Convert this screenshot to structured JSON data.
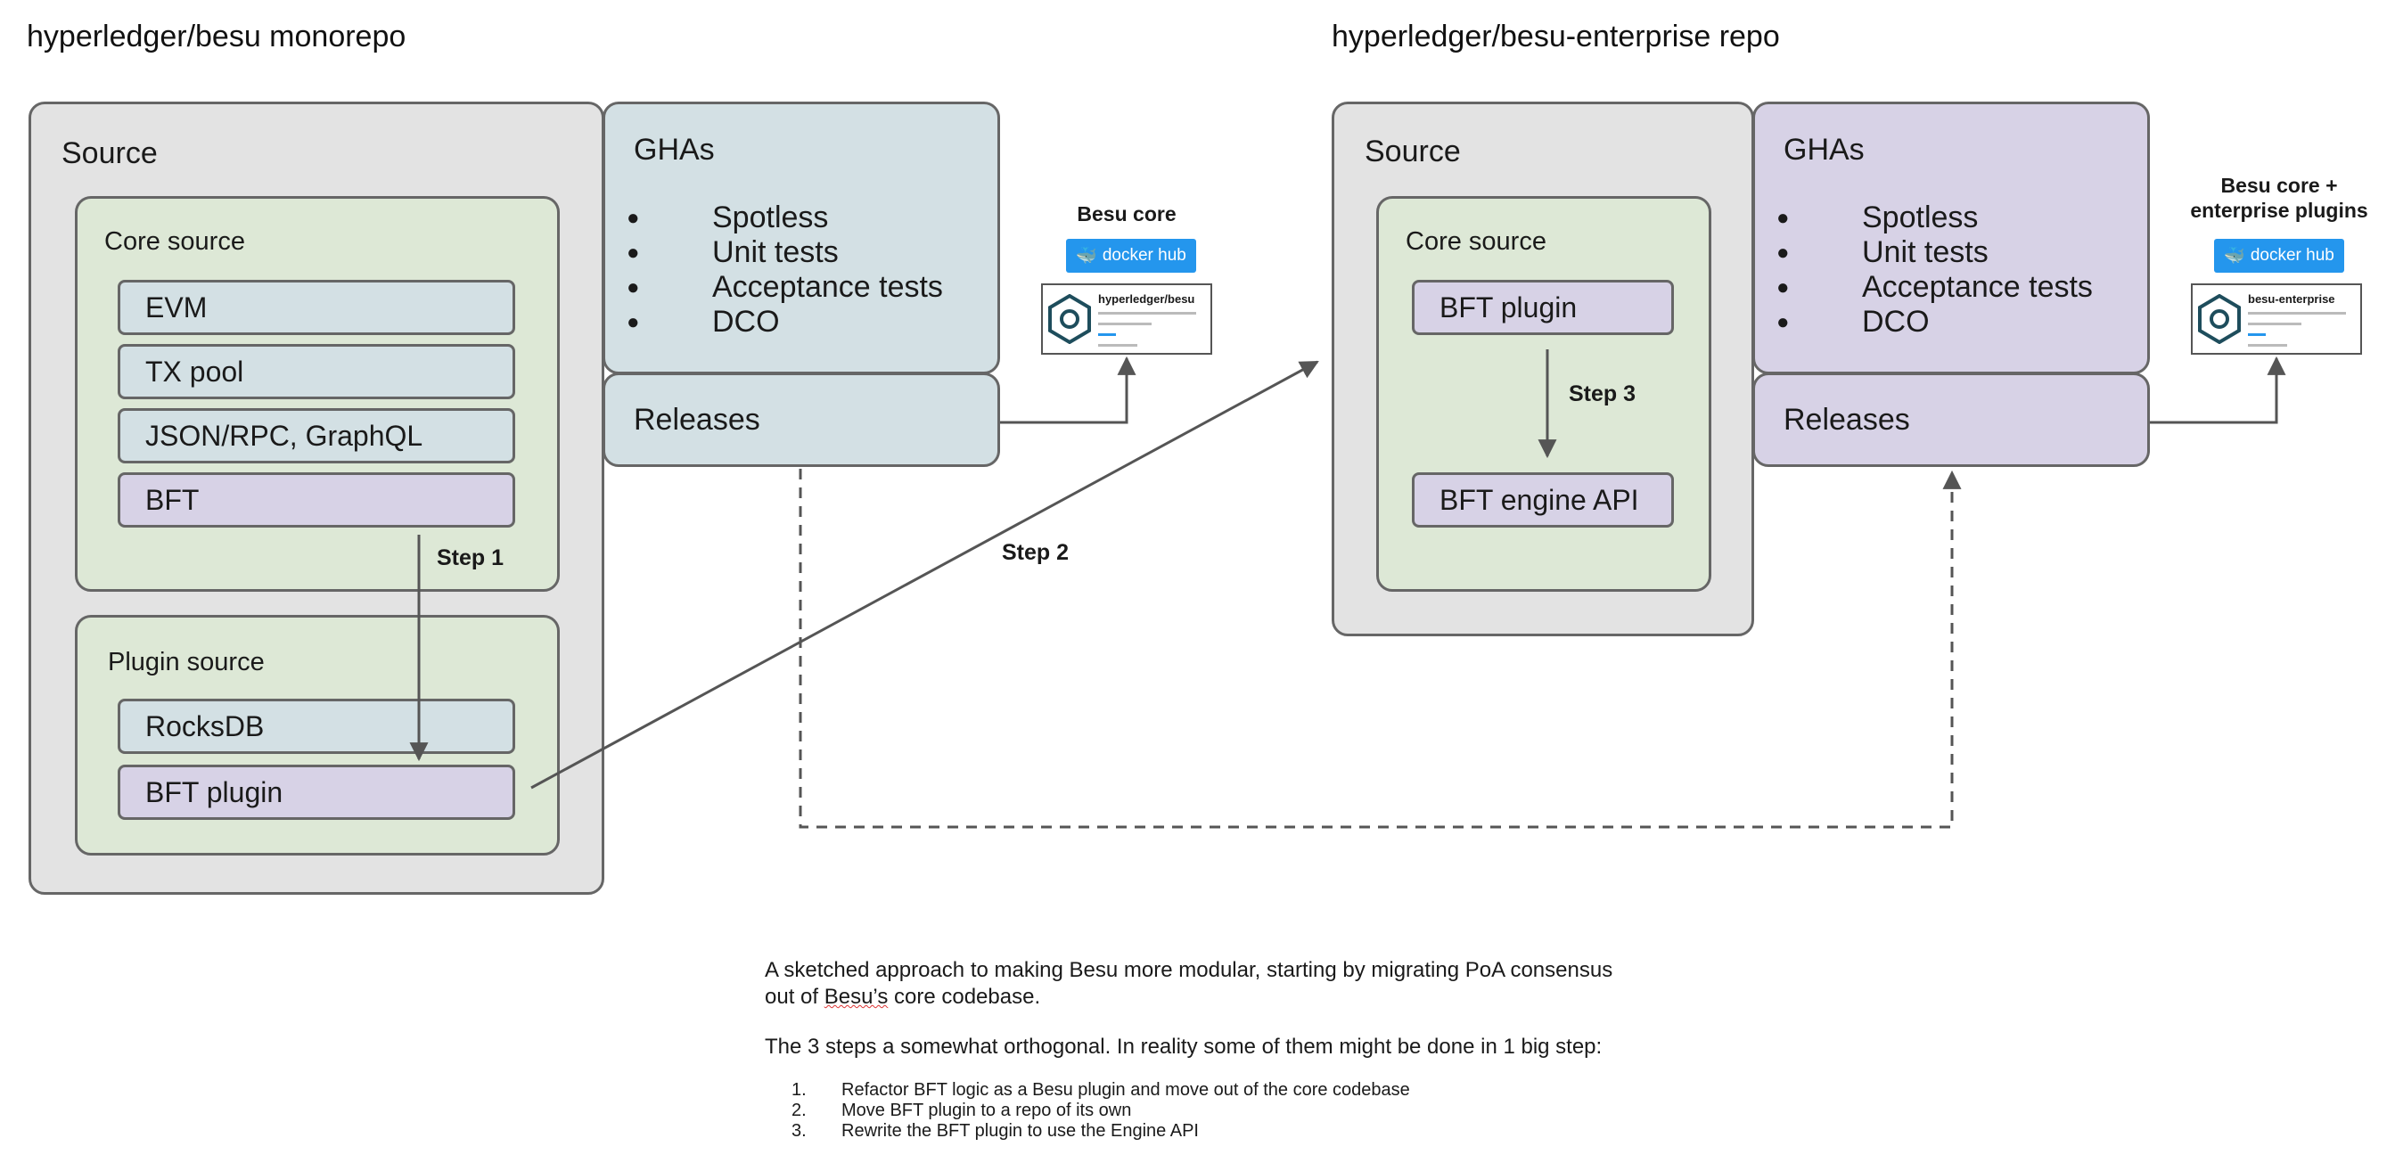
{
  "left_repo": {
    "title": "hyperledger/besu monorepo",
    "source": {
      "title": "Source",
      "core_source": {
        "title": "Core source",
        "items": [
          "EVM",
          "TX pool",
          "JSON/RPC, GraphQL",
          "BFT"
        ]
      },
      "plugin_source": {
        "title": "Plugin source",
        "items": [
          "RocksDB",
          "BFT plugin"
        ]
      }
    },
    "ghas": {
      "title": "GHAs",
      "bullets": [
        "Spotless",
        "Unit tests",
        "Acceptance tests",
        "DCO"
      ]
    },
    "releases": "Releases",
    "release_target": {
      "label": "Besu core",
      "dockerhub": "docker hub",
      "image_name": "hyperledger/besu"
    }
  },
  "right_repo": {
    "title": "hyperledger/besu-enterprise repo",
    "source": {
      "title": "Source",
      "core_source": {
        "title": "Core source",
        "items": [
          "BFT plugin",
          "BFT engine API"
        ]
      }
    },
    "ghas": {
      "title": "GHAs",
      "bullets": [
        "Spotless",
        "Unit tests",
        "Acceptance tests",
        "DCO"
      ]
    },
    "releases": "Releases",
    "release_target": {
      "label_line1": "Besu core +",
      "label_line2": "enterprise plugins",
      "dockerhub": "docker hub",
      "image_name": "besu-enterprise"
    }
  },
  "steps": {
    "step1": "Step 1",
    "step2": "Step 2",
    "step3": "Step 3"
  },
  "description": {
    "para1_a": "A sketched approach to making Besu more modular, starting by migrating PoA consensus",
    "para1_b_pre": "out of ",
    "para1_b_mark": "Besu’s",
    "para1_b_post": " core codebase.",
    "para2": "The 3 steps a somewhat orthogonal. In reality some of them might be done in 1 big step:",
    "list": [
      {
        "num": "1.",
        "text": "Refactor BFT logic as a Besu plugin and move out of the core codebase"
      },
      {
        "num": "2.",
        "text": "Move BFT plugin to a repo of its own"
      },
      {
        "num": "3.",
        "text": "Rewrite the BFT plugin to use the Engine API"
      }
    ]
  },
  "colors": {
    "gray_box": "#e3e3e3",
    "green_box": "#dde8d6",
    "blue_box": "#d3e0e4",
    "purple_box": "#d7d2e6",
    "dockerhub_blue": "#2496ed",
    "arrow": "#555555"
  }
}
